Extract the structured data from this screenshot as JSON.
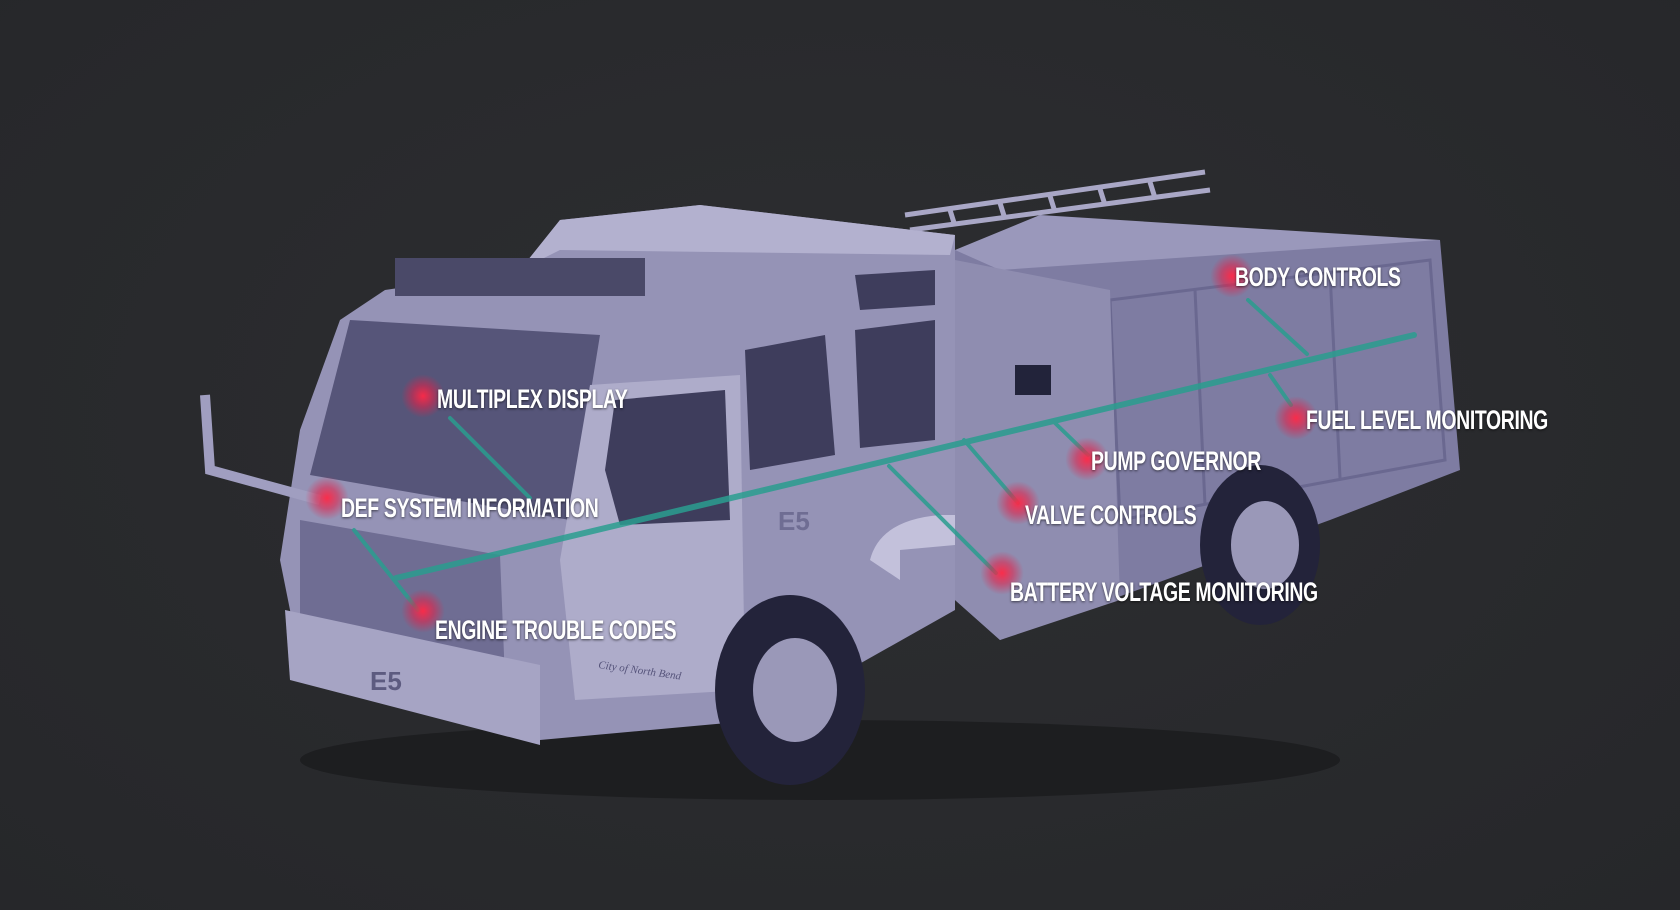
{
  "colors": {
    "background": "#2a2b2e",
    "truck": "#8d8bae",
    "truck_dark": "#3b3a58",
    "connector": "#2a9d8f",
    "hotspot": "#ff2a55"
  },
  "truck": {
    "unit_number": "E5",
    "door_text": "City of North Bend"
  },
  "hotspots": [
    {
      "id": "multiplex-display",
      "label": "MULTIPLEX DISPLAY"
    },
    {
      "id": "def-system-information",
      "label": "DEF SYSTEM INFORMATION"
    },
    {
      "id": "engine-trouble-codes",
      "label": "ENGINE TROUBLE CODES"
    },
    {
      "id": "body-controls",
      "label": "BODY CONTROLS"
    },
    {
      "id": "fuel-level-monitoring",
      "label": "FUEL LEVEL MONITORING"
    },
    {
      "id": "pump-governor",
      "label": "PUMP GOVERNOR"
    },
    {
      "id": "valve-controls",
      "label": "VALVE CONTROLS"
    },
    {
      "id": "battery-voltage-monitoring",
      "label": "BATTERY VOLTAGE MONITORING"
    }
  ]
}
